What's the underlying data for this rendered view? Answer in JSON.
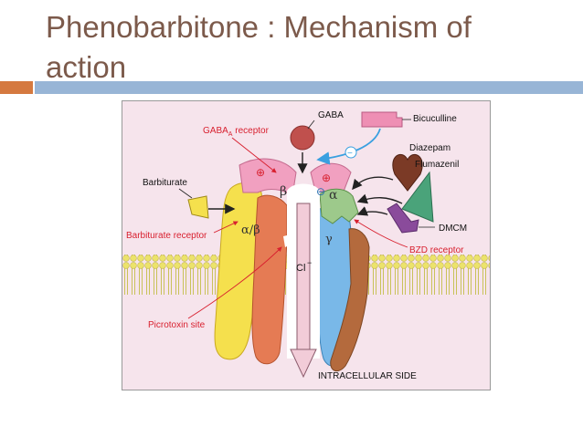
{
  "slide": {
    "title": "Phenobarbitone : Mechanism of action"
  },
  "diagram": {
    "labels": {
      "gaba": "GABA",
      "gaba_receptor_main": "GABA",
      "gaba_receptor_sub": "A",
      "gaba_receptor_tail": " receptor",
      "bicuculline": "Bicuculline",
      "diazepam": "Diazepam",
      "flumazenil": "Flumazenil",
      "barbiturate": "Barbiturate",
      "barbiturate_receptor": "Barbiturate receptor",
      "dmcm": "DMCM",
      "bzd_receptor": "BZD receptor",
      "picrotoxin_site": "Picrotoxin site",
      "chloride": "Cl",
      "chloride_charge": "−",
      "intracellular_side": "INTRACELLULAR SIDE",
      "subunit_beta": "β",
      "subunit_alpha": "α",
      "subunit_alpha_beta": "α/β",
      "subunit_gamma": "γ",
      "plus_sign": "⊕",
      "minus_sign": "⊖"
    },
    "colors": {
      "background": "#f6e4ec",
      "membrane_tail": "#c9c25a",
      "membrane_head": "#ece36b",
      "gaba_ball": "#c0504d",
      "bicuculline": "#ee8fb4",
      "diazepam": "#7b3a26",
      "flumazenil": "#4aa37a",
      "dmcm": "#8a4b9b",
      "yellow_subunit": "#f5e04d",
      "orange_subunit": "#e57b54",
      "blue_subunit": "#79b8e8",
      "brown_subunit": "#b46a3d",
      "beta_cap": "#f1a0c0",
      "alpha_cap": "#9dc98b",
      "pointer_red": "#d8202f",
      "arrow_blue": "#3aa0e0"
    }
  }
}
